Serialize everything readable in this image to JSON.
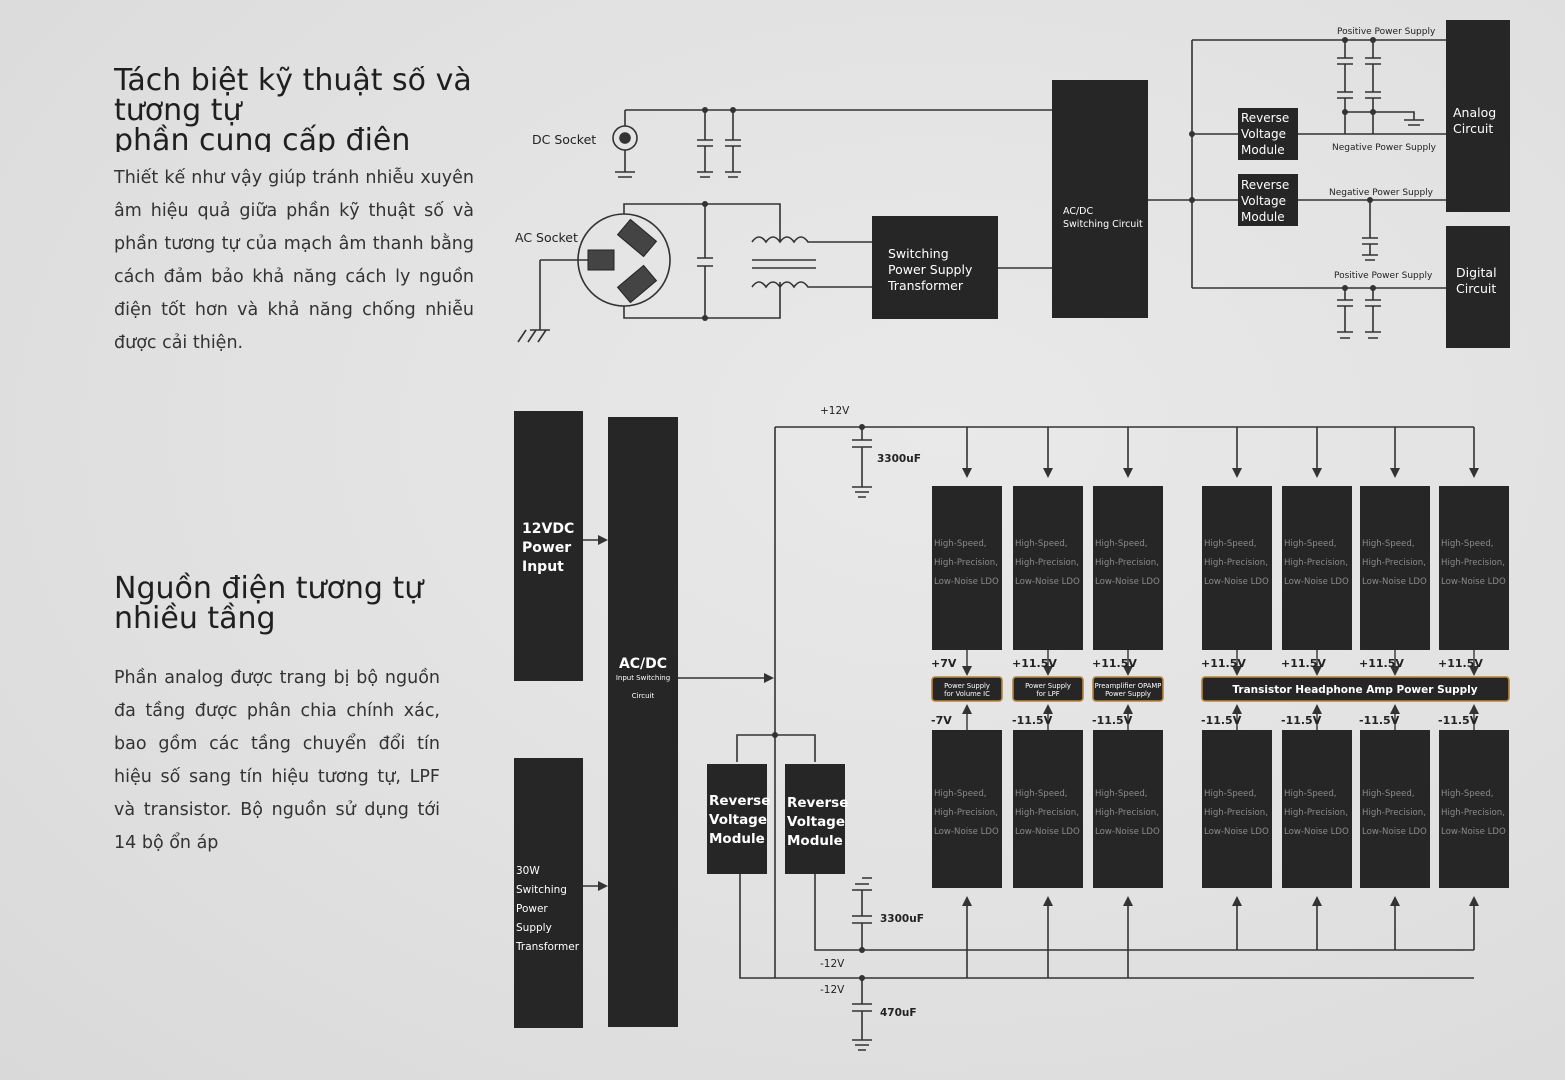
{
  "section1": {
    "title_lines": [
      "Tách biệt kỹ thuật số và",
      "tương tự",
      "phần cung cấp điện"
    ],
    "body": "Thiết kế như vậy giúp tránh nhiễu xuyên âm hiệu quả giữa phần kỹ thuật số và phần tương tự của mạch âm thanh bằng cách đảm bảo khả năng cách ly nguồn điện tốt hơn và khả năng chống nhiễu được cải thiện."
  },
  "section2": {
    "title_lines": [
      "Nguồn điện tương tự",
      "nhiều tầng"
    ],
    "body": "Phần analog được trang bị bộ nguồn đa tầng được phân chia chính xác, bao gồm các tầng chuyển đổi tín hiệu số sang tín hiệu tương tự, LPF và transistor. Bộ nguồn sử dụng tới 14 bộ ổn áp"
  },
  "diagram1": {
    "dc_socket": "DC Socket",
    "ac_socket": "AC Socket",
    "transformer": [
      "Switching",
      "Power Supply",
      "Transformer"
    ],
    "acdc": [
      "AC/DC",
      "Switching Circuit"
    ],
    "reverse_module": [
      "Reverse",
      "Voltage",
      "Module"
    ],
    "positive_supply": "Positive Power Supply",
    "negative_supply": "Negative Power Supply",
    "analog_circuit": [
      "Analog",
      "Circuit"
    ],
    "digital_circuit": [
      "Digital",
      "Circuit"
    ]
  },
  "diagram2": {
    "input_12v": [
      "12VDC",
      "Power",
      "Input"
    ],
    "input_30w": [
      "30W",
      "Switching",
      "Power",
      "Supply",
      "Transformer"
    ],
    "acdc": [
      "AC/DC",
      "Input Switching",
      "Circuit"
    ],
    "reverse_module": [
      "Reverse",
      "Voltage",
      "Module"
    ],
    "rail_pos": "+12V",
    "rail_neg": "-12V",
    "cap_3300": "3300uF",
    "cap_470": "470uF",
    "ldo_lines": [
      "High-Speed,",
      "High-Precision,",
      "Low-Noise LDO"
    ],
    "left_pos_voltages": [
      "+7V",
      "+11.5V",
      "+11.5V"
    ],
    "left_neg_voltages": [
      "-7V",
      "-11.5V",
      "-11.5V"
    ],
    "right_pos_voltages": [
      "+11.5V",
      "+11.5V",
      "+11.5V",
      "+11.5V"
    ],
    "right_neg_voltages": [
      "-11.5V",
      "-11.5V",
      "-11.5V",
      "-11.5V"
    ],
    "supply_labels": [
      [
        "Power Supply",
        "for Volume IC"
      ],
      [
        "Power Supply",
        "for LPF"
      ],
      [
        "Preamplifier OPAMP",
        "Power Supply"
      ]
    ],
    "transistor_label": "Transistor Headphone Amp Power Supply"
  },
  "colors": {
    "block": "#262626",
    "line": "#333333",
    "accent": "#b8863b"
  }
}
